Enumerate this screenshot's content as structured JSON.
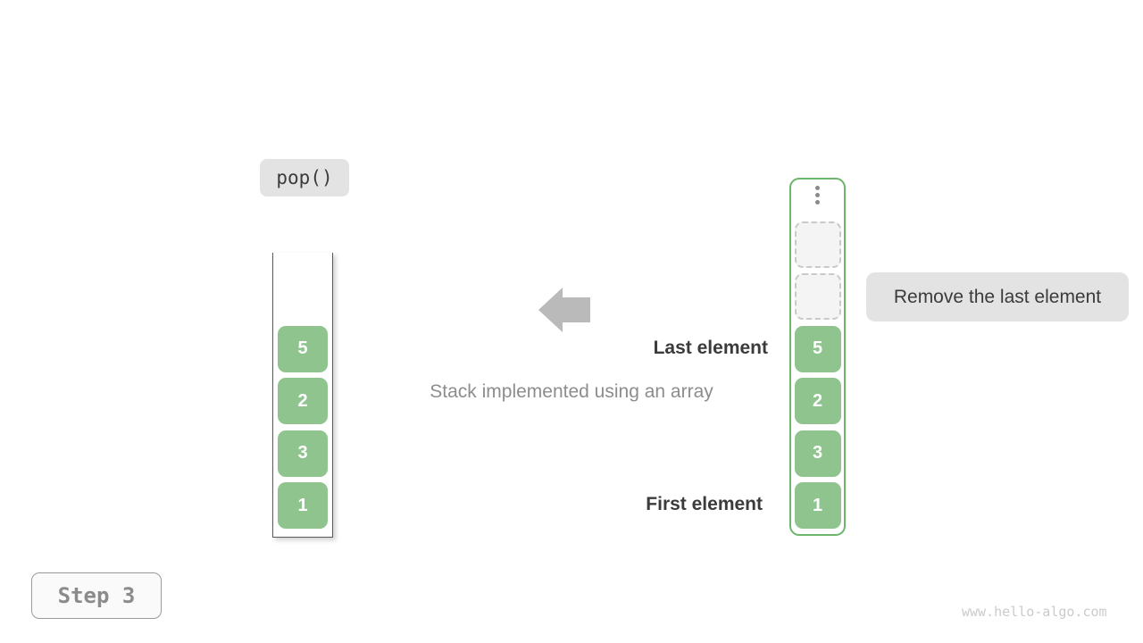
{
  "operation": {
    "label": "pop()"
  },
  "step": {
    "label": "Step 3"
  },
  "caption": {
    "text": "Stack implemented using an array"
  },
  "annotations": {
    "last_element": "Last element",
    "first_element": "First element",
    "action": "Remove the last element"
  },
  "stack": {
    "values": [
      "5",
      "2",
      "3",
      "1"
    ]
  },
  "array": {
    "values": [
      "5",
      "2",
      "3",
      "1"
    ],
    "empty_slot_count": 2,
    "ellipsis_icon": "vertical-ellipsis"
  },
  "watermark": {
    "text": "www.hello-algo.com"
  },
  "colors": {
    "cell_green": "#8fc48f",
    "array_border_green": "#6db56d",
    "badge_gray": "#e3e3e3",
    "empty_slot_gray": "#f4f4f4",
    "text_dark": "#3b3b3b",
    "text_gray": "#8d8d8d",
    "arrow_gray": "#bababa",
    "step_text_gray": "#8b8b8b",
    "watermark_gray": "#cbcbcb"
  }
}
